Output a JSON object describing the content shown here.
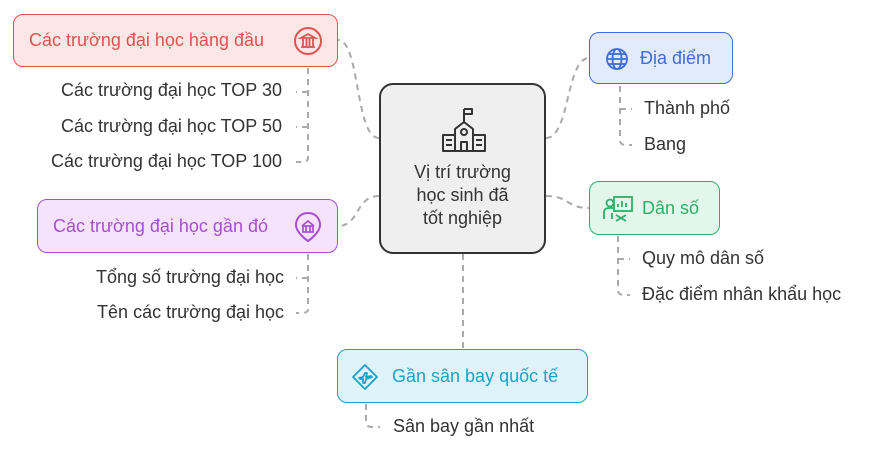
{
  "center": {
    "label": "Vị trí trường\nhọc sinh đã\ntốt nghiệp"
  },
  "branches": {
    "top_universities": {
      "label": "Các trường đại học hàng đầu",
      "icon": "university-icon",
      "color": "#e05252",
      "items": [
        "Các trường đại học TOP 30",
        "Các trường đại học TOP 50",
        "Các trường đại học TOP 100"
      ]
    },
    "nearby_universities": {
      "label": "Các trường đại học gần đó",
      "icon": "school-pin-icon",
      "color": "#a94ed0",
      "items": [
        "Tổng số trường đại học",
        "Tên các trường đại học"
      ]
    },
    "location": {
      "label": "Địa điểm",
      "icon": "globe-icon",
      "color": "#3d6fd6",
      "items": [
        "Thành phố",
        "Bang"
      ]
    },
    "population": {
      "label": "Dân số",
      "icon": "population-presentation-icon",
      "color": "#2fae6a",
      "items": [
        "Quy mô dân số",
        "Đặc điểm nhân khẩu học"
      ]
    },
    "airport": {
      "label": "Gần sân bay quốc tế",
      "icon": "airplane-icon",
      "color": "#1aa3c9",
      "items": [
        "Sân bay gần nhất"
      ]
    }
  }
}
